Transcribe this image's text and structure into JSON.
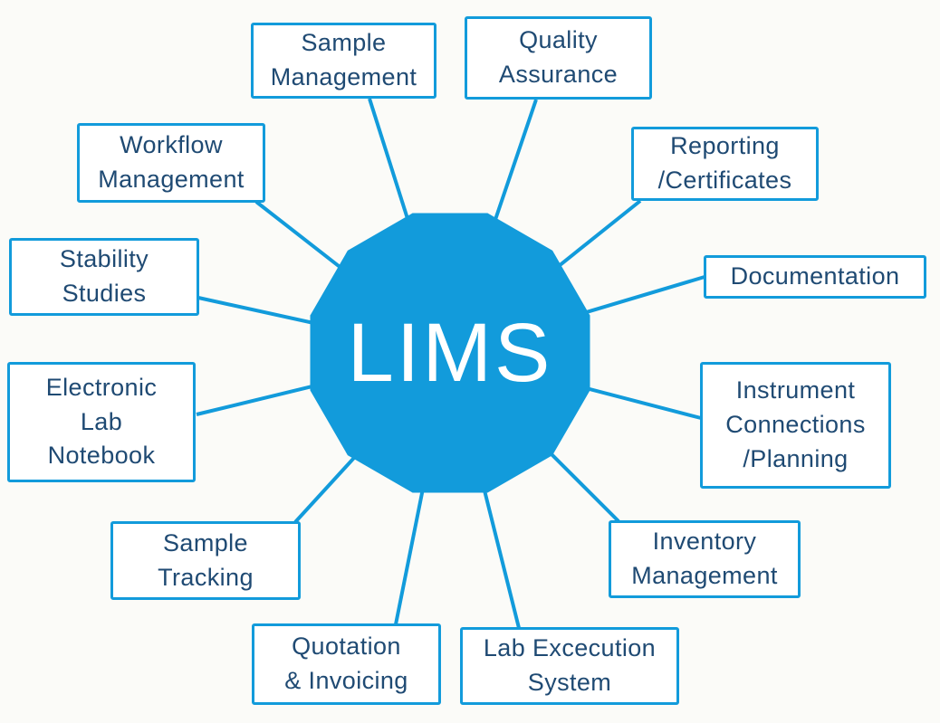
{
  "diagram": {
    "center_label": "LIMS",
    "nodes": [
      {
        "label": "Sample\nManagement"
      },
      {
        "label": "Quality\nAssurance"
      },
      {
        "label": "Workflow\nManagement"
      },
      {
        "label": "Reporting\n/Certificates"
      },
      {
        "label": "Stability\nStudies"
      },
      {
        "label": "Documentation"
      },
      {
        "label": "Electronic\nLab\nNotebook"
      },
      {
        "label": "Instrument\nConnections\n/Planning"
      },
      {
        "label": "Sample\nTracking"
      },
      {
        "label": "Inventory\nManagement"
      },
      {
        "label": "Quotation\n& Invoicing"
      },
      {
        "label": "Lab Excecution\nSystem"
      }
    ],
    "colors": {
      "accent": "#129bdb",
      "text": "#1f4a73",
      "node_fill": "#ffffff",
      "background": "#fbfbf8",
      "center_text": "#ffffff"
    }
  }
}
